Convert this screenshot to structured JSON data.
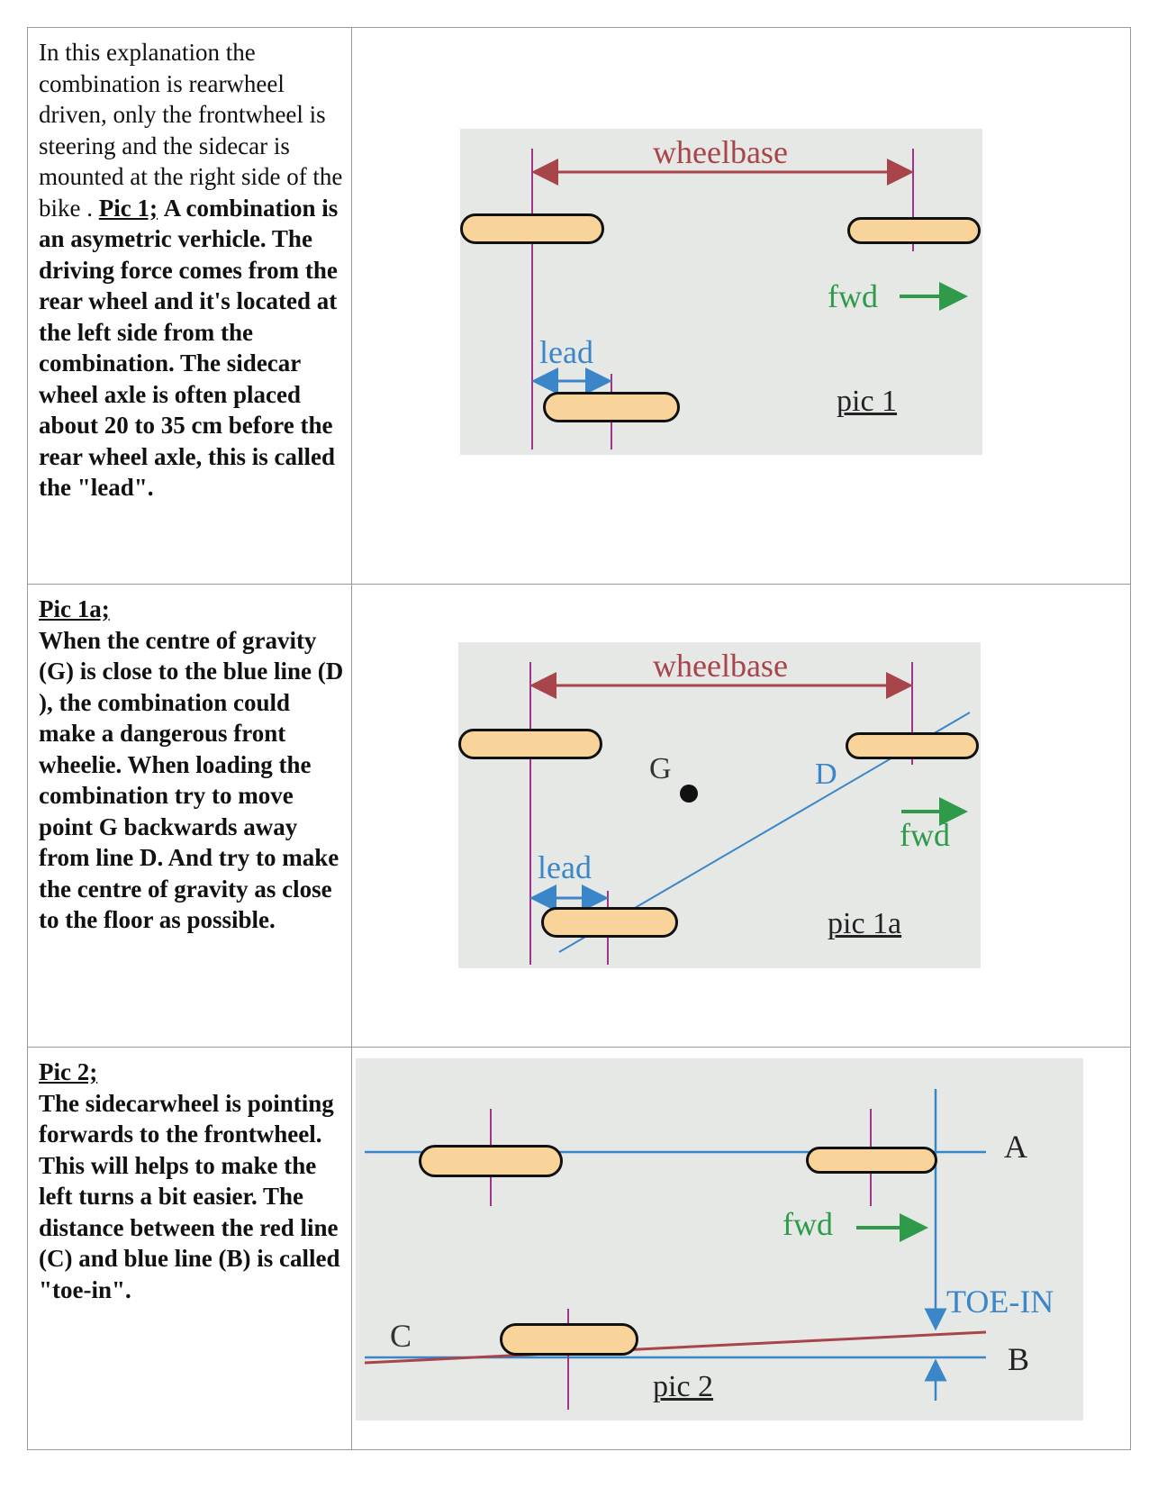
{
  "panel1": {
    "text_plain": "In this explanation the combination is rearwheel driven, only the frontwheel is steering and the sidecar is mounted at the right side of the bike . ",
    "text_ref": "Pic 1;",
    "text_bold": "A combination is an asymetric verhicle. The driving force comes from the rear wheel and it's located at the left side from the combination. The sidecar wheel axle is often placed about 20 to 35 cm before the rear wheel axle, this is called the \"lead\".",
    "diagram": {
      "wheelbase": "wheelbase",
      "fwd": "fwd",
      "lead": "lead",
      "caption": "pic 1"
    }
  },
  "panel2": {
    "text_ref": "Pic 1a;",
    "text_bold": "When the centre of gravity (G) is close to the blue line (D ), the combination could make a dangerous front wheelie. When loading the combination try to move point G backwards away from line D. And try to make the centre of gravity as close to the floor as possible.",
    "diagram": {
      "wheelbase": "wheelbase",
      "point_g": "G",
      "line_d": "D",
      "fwd": "fwd",
      "lead": "lead",
      "caption": "pic 1a"
    }
  },
  "panel3": {
    "text_ref": "Pic 2;",
    "text_bold": "The sidecarwheel is pointing forwards to the frontwheel. This will helps to make the left turns a bit easier. The distance between the red line (C) and blue line (B) is called \"toe-in\".",
    "diagram": {
      "line_a": "A",
      "line_b": "B",
      "line_c": "C",
      "fwd": "fwd",
      "toe_in": "TOE-IN",
      "caption": "pic 2"
    }
  },
  "colors": {
    "background": "#e6e8e6",
    "tyre": "#f8d49a",
    "wheelbase": "#a8454a",
    "lead": "#3a86c8",
    "fwd": "#2e9a4a",
    "axle": "#a0338a",
    "line_d": "#3a86c8",
    "line_ab": "#3a86c8",
    "line_c": "#a8454a"
  }
}
